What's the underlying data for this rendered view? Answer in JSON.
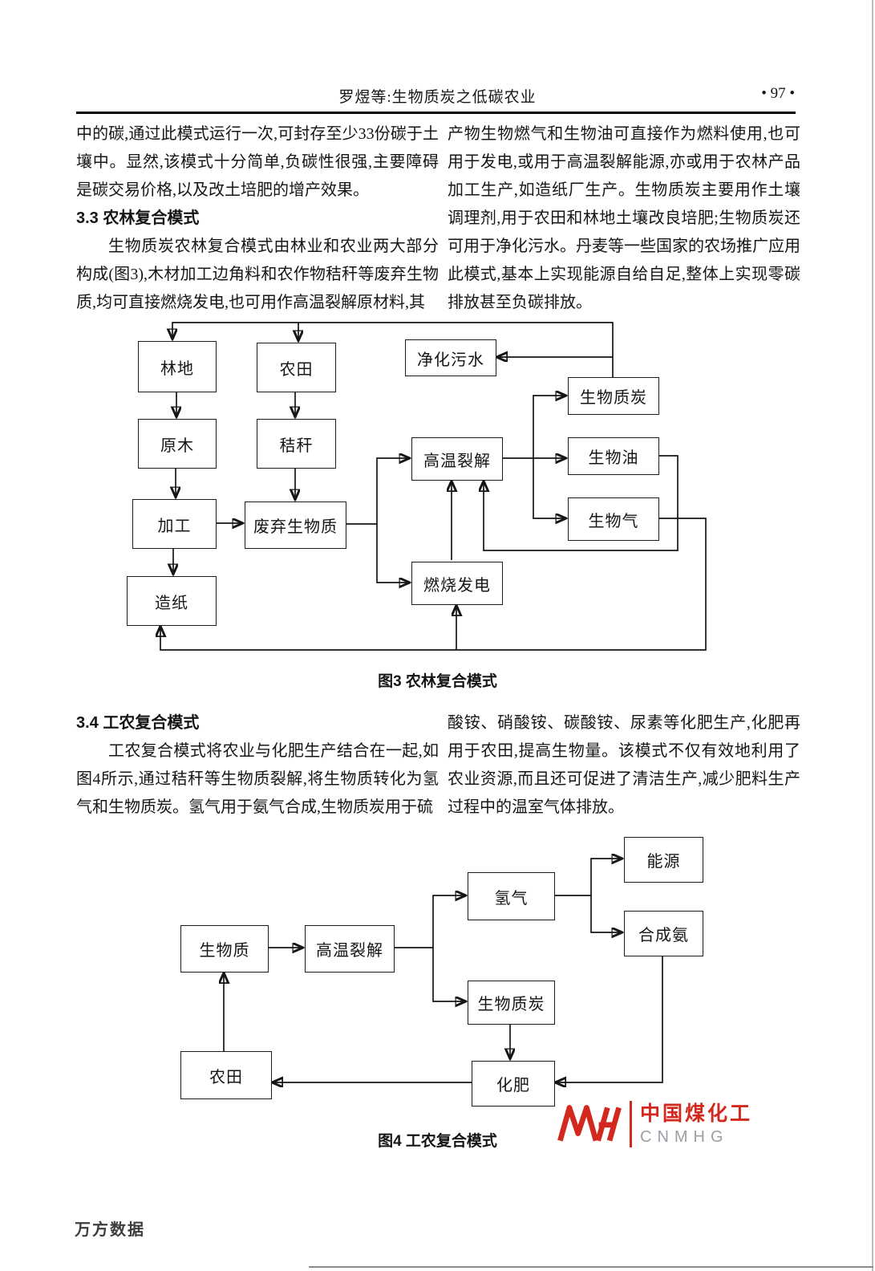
{
  "page": {
    "running_title": "罗煜等:生物质炭之低碳农业",
    "page_number": "• 97 •",
    "watermark": "万方数据"
  },
  "sec33": {
    "left": {
      "para1": "中的碳,通过此模式运行一次,可封存至少33份碳于土壤中。显然,该模式十分简单,负碳性很强,主要障碍是碳交易价格,以及改土培肥的增产效果。",
      "heading": "3.3 农林复合模式",
      "para2": "生物质炭农林复合模式由林业和农业两大部分构成(图3),木材加工边角料和农作物秸秆等废弃生物质,均可直接燃烧发电,也可用作高温裂解原材料,其"
    },
    "right": {
      "para1": "产物生物燃气和生物油可直接作为燃料使用,也可用于发电,或用于高温裂解能源,亦或用于农林产品加工生产,如造纸厂生产。生物质炭主要用作土壤调理剂,用于农田和林地土壤改良培肥;生物质炭还可用于净化污水。丹麦等一些国家的农场推广应用此模式,基本上实现能源自给自足,整体上实现零碳排放甚至负碳排放。"
    }
  },
  "fig3": {
    "caption": "图3 农林复合模式",
    "boxes": {
      "forest": "林地",
      "farmland": "农田",
      "sewage": "净化污水",
      "logs": "原木",
      "straw": "秸秆",
      "biochar": "生物质炭",
      "pyrolysis": "高温裂解",
      "biooil": "生物油",
      "processing": "加工",
      "waste": "废弃生物质",
      "biogas": "生物气",
      "paper": "造纸",
      "power": "燃烧发电"
    }
  },
  "sec34": {
    "left": {
      "heading": "3.4 工农复合模式",
      "para1": "工农复合模式将农业与化肥生产结合在一起,如图4所示,通过秸秆等生物质裂解,将生物质转化为氢气和生物质炭。氢气用于氨气合成,生物质炭用于硫"
    },
    "right": {
      "para1": "酸铵、硝酸铵、碳酸铵、尿素等化肥生产,化肥再用于农田,提高生物量。该模式不仅有效地利用了农业资源,而且还可促进了清洁生产,减少肥料生产过程中的温室气体排放。"
    }
  },
  "fig4": {
    "caption": "图4 工农复合模式",
    "boxes": {
      "energy": "能源",
      "hydrogen": "氢气",
      "ammonia": "合成氨",
      "biomass": "生物质",
      "pyrolysis": "高温裂解",
      "biochar": "生物质炭",
      "farmland": "农田",
      "fertilizer": "化肥"
    }
  },
  "logo": {
    "cn": "中国煤化工",
    "en": "CNMHG",
    "accent_color": "#d3281e"
  }
}
